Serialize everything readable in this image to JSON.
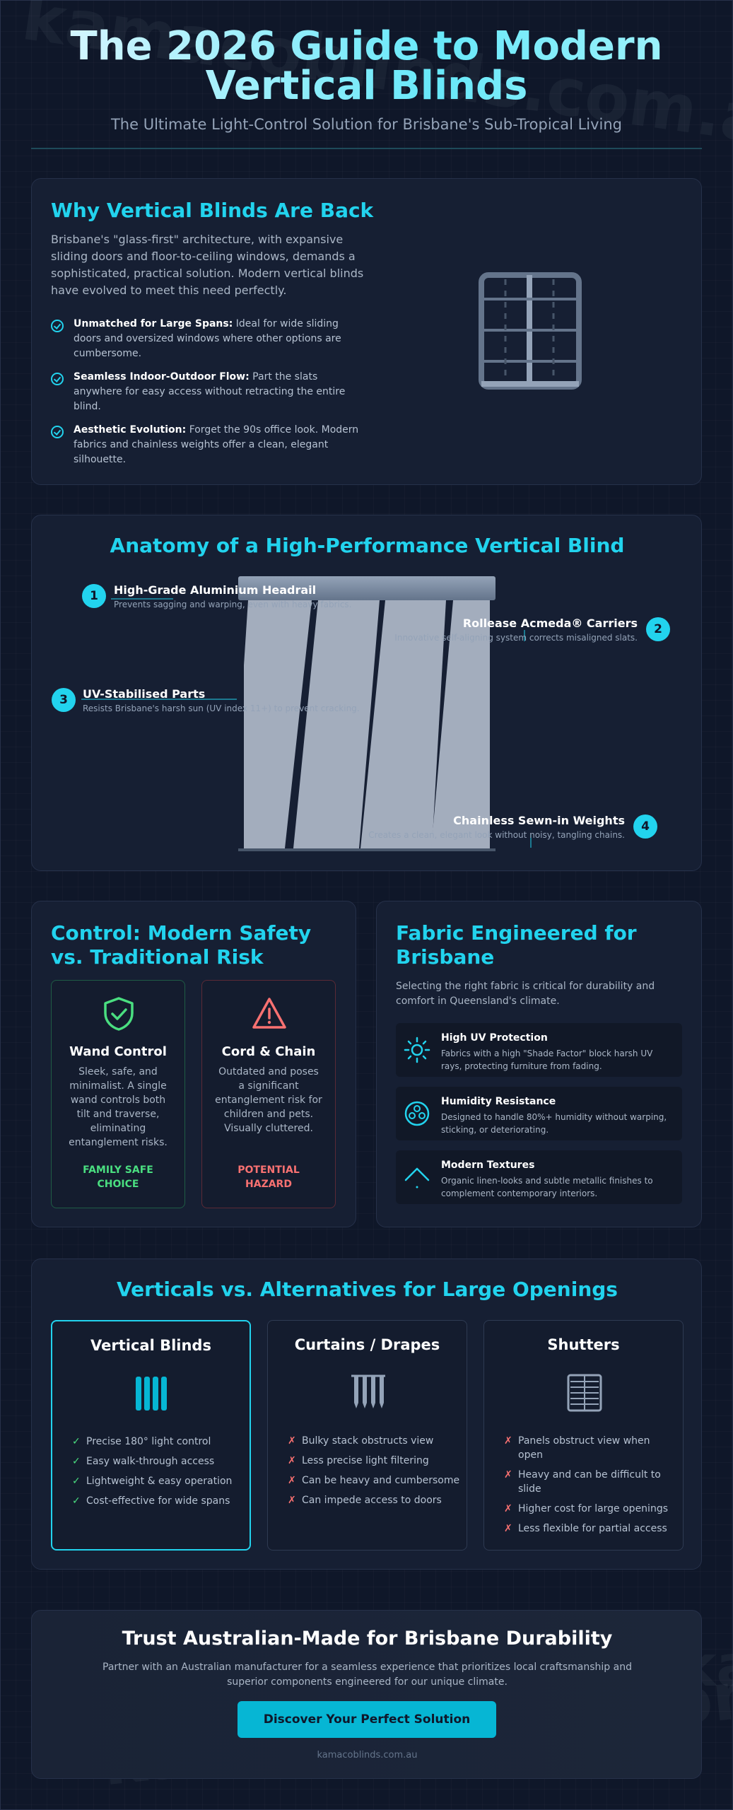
{
  "watermark": "kamacoblinds.com.au",
  "header": {
    "title_line1": "The 2026 Guide to Modern",
    "title_line2": "Vertical Blinds",
    "subtitle": "The Ultimate Light-Control Solution for Brisbane's Sub-Tropical Living"
  },
  "why": {
    "title": "Why Vertical Blinds Are Back",
    "intro": "Brisbane's \"glass-first\" architecture, with expansive sliding doors and floor-to-ceiling windows, demands a sophisticated, practical solution. Modern vertical blinds have evolved to meet this need perfectly.",
    "bullets": [
      {
        "title": "Unmatched for Large Spans:",
        "text": "Ideal for wide sliding doors and oversized windows where other options are cumbersome."
      },
      {
        "title": "Seamless Indoor-Outdoor Flow:",
        "text": "Part the slats anywhere for easy access without retracting the entire blind."
      },
      {
        "title": "Aesthetic Evolution:",
        "text": "Forget the 90s office look. Modern fabrics and chainless weights offer a clean, elegant silhouette."
      }
    ],
    "icon": "vertical-blind-icon"
  },
  "anatomy": {
    "title": "Anatomy of a High-Performance Vertical Blind",
    "callouts": [
      {
        "num": "1",
        "title": "High-Grade Aluminium Headrail",
        "desc": "Prevents sagging and warping, even with heavy fabrics."
      },
      {
        "num": "2",
        "title": "Rollease Acmeda® Carriers",
        "desc": "Innovative self-aligning system corrects misaligned slats."
      },
      {
        "num": "3",
        "title": "UV-Stabilised Parts",
        "desc": "Resists Brisbane's harsh sun (UV index 11+) to prevent cracking."
      },
      {
        "num": "4",
        "title": "Chainless Sewn-in Weights",
        "desc": "Creates a clean, elegant look without noisy, tangling chains."
      }
    ]
  },
  "control": {
    "title": "Control: Modern Safety vs. Traditional Risk",
    "options": [
      {
        "title": "Wand Control",
        "desc": "Sleek, safe, and minimalist. A single wand controls both tilt and traverse, eliminating entanglement risks.",
        "tag": "FAMILY SAFE CHOICE",
        "icon": "shield-check-icon",
        "color": "#4ade80"
      },
      {
        "title": "Cord & Chain",
        "desc": "Outdated and poses a significant entanglement risk for children and pets. Visually cluttered.",
        "tag": "POTENTIAL HAZARD",
        "icon": "warning-icon",
        "color": "#f87171"
      }
    ]
  },
  "fabric": {
    "title": "Fabric Engineered for Brisbane",
    "intro": "Selecting the right fabric is critical for durability and comfort in Queensland's climate.",
    "features": [
      {
        "title": "High UV Protection",
        "desc": "Fabrics with a high \"Shade Factor\" block harsh UV rays, protecting furniture from fading.",
        "icon": "sun-icon"
      },
      {
        "title": "Humidity Resistance",
        "desc": "Designed to handle 80%+ humidity without warping, sticking, or deteriorating.",
        "icon": "humidity-icon"
      },
      {
        "title": "Modern Textures",
        "desc": "Organic linen-looks and subtle metallic finishes to complement contemporary interiors.",
        "icon": "texture-icon"
      }
    ]
  },
  "compare": {
    "title": "Verticals vs. Alternatives for Large Openings",
    "columns": [
      {
        "title": "Vertical Blinds",
        "icon": "vertical-slats-icon",
        "items": [
          "Precise 180° light control",
          "Easy walk-through access",
          "Lightweight & easy operation",
          "Cost-effective for wide spans"
        ],
        "marks": "✓"
      },
      {
        "title": "Curtains / Drapes",
        "icon": "curtains-icon",
        "items": [
          "Bulky stack obstructs view",
          "Less precise light filtering",
          "Can be heavy and cumbersome",
          "Can impede access to doors"
        ],
        "marks": "✗"
      },
      {
        "title": "Shutters",
        "icon": "shutters-icon",
        "items": [
          "Panels obstruct view when open",
          "Heavy and can be difficult to slide",
          "Higher cost for large openings",
          "Less flexible for partial access"
        ],
        "marks": "✗"
      }
    ]
  },
  "cta": {
    "title": "Trust Australian-Made for Brisbane Durability",
    "desc": "Partner with an Australian manufacturer for a seamless experience that prioritizes local craftsmanship and superior components engineered for our unique climate.",
    "button": "Discover Your Perfect Solution",
    "url": "kamacoblinds.com.au"
  },
  "colors": {
    "accent": "#22d3ee",
    "background": "#0f1729",
    "card": "#161f33",
    "safe": "#4ade80",
    "hazard": "#f87171"
  }
}
